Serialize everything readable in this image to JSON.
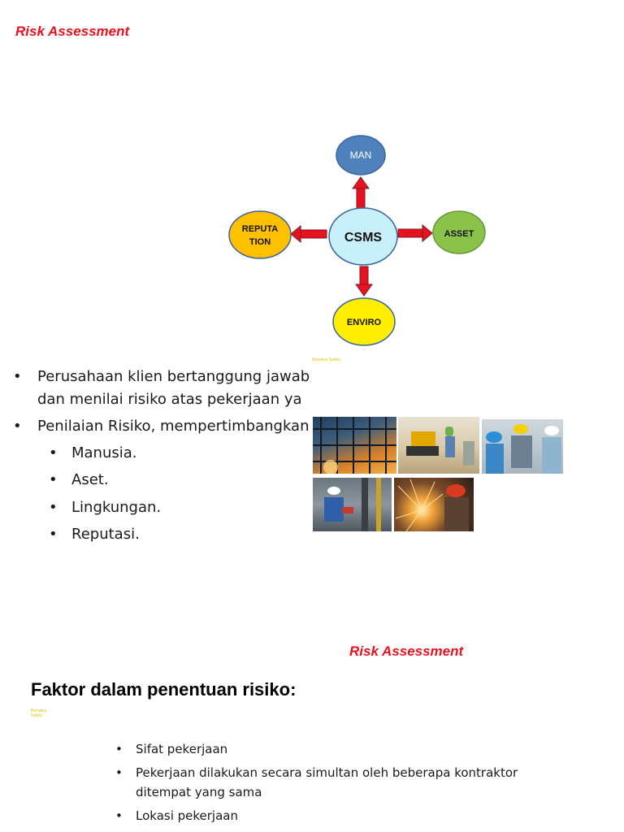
{
  "slide1": {
    "title": "Risk Assessment",
    "diagram": {
      "center": "CSMS",
      "top": "MAN",
      "right": "ASSET",
      "bottom": "ENVIRO",
      "left_line1": "REPUTA",
      "left_line2": "TION",
      "colors": {
        "center": "#c8f0fa",
        "top": "#4f81bd",
        "right": "#8bc34a",
        "bottom": "#ffee00",
        "left": "#ffc000",
        "arrow": "#e8121e"
      }
    },
    "watermark": "Bunakos Safety",
    "bullets": [
      {
        "text": "Perusahaan klien bertanggung jawab",
        "level": 1
      },
      {
        "text": "dan menilai risiko atas pekerjaan ya",
        "level": 0
      },
      {
        "text": "Penilaian Risiko, mempertimbangkan",
        "level": 1
      },
      {
        "text": "Manusia.",
        "level": 2
      },
      {
        "text": "Aset.",
        "level": 2
      },
      {
        "text": "Lingkungan.",
        "level": 2
      },
      {
        "text": "Reputasi.",
        "level": 2
      }
    ]
  },
  "slide2": {
    "title": "Risk Assessment",
    "heading": "Faktor dalam penentuan risiko:",
    "watermark_line1": "Bunakos",
    "watermark_line2": "Safety",
    "bullets": [
      {
        "text": "Sifat pekerjaan"
      },
      {
        "text": "Pekerjaan dilakukan secara simultan oleh beberapa kontraktor"
      },
      {
        "text": "ditempat yang sama",
        "continuation": true
      },
      {
        "text": "Lokasi pekerjaan"
      }
    ]
  }
}
